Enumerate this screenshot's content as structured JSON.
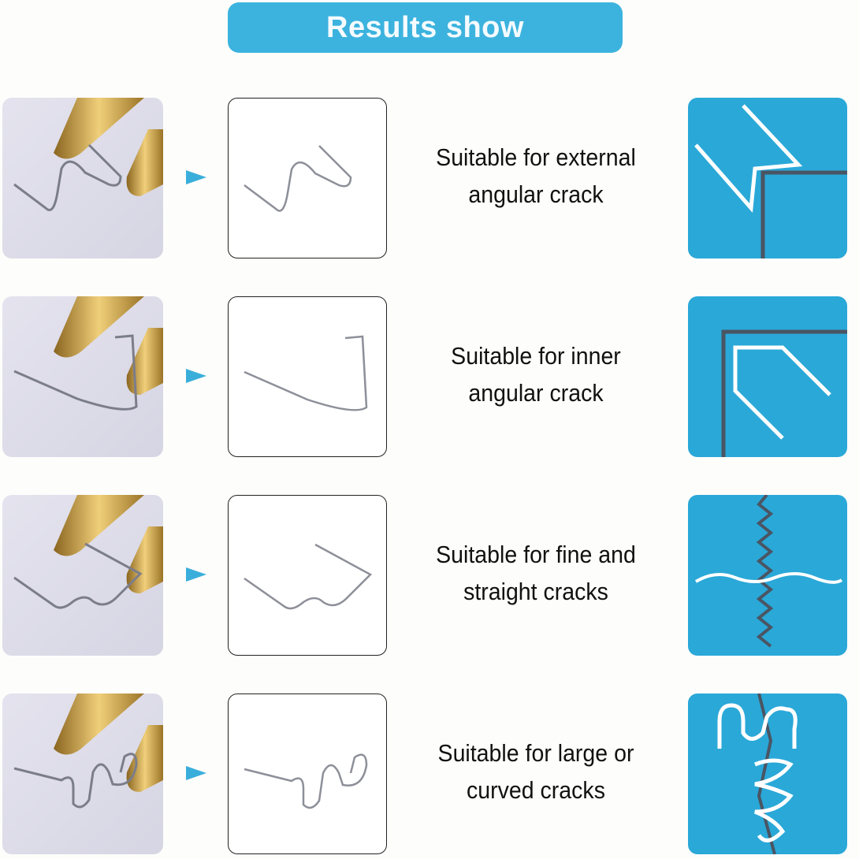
{
  "header": {
    "title": "Results show"
  },
  "rows": [
    {
      "description_line1": "Suitable for external",
      "description_line2": "angular crack",
      "wire_shape": "s-wave"
    },
    {
      "description_line1": "Suitable for inner",
      "description_line2": "angular crack",
      "wire_shape": "u-bend"
    },
    {
      "description_line1": "Suitable for fine and",
      "description_line2": "straight cracks",
      "wire_shape": "flat-wave"
    },
    {
      "description_line1": "Suitable for large or",
      "description_line2": "curved cracks",
      "wire_shape": "multi-wave"
    }
  ],
  "colors": {
    "accent": "#3cb3de",
    "panel": "#2aa8d8",
    "brass": "#c9a24a",
    "crack": "#4a5563"
  }
}
